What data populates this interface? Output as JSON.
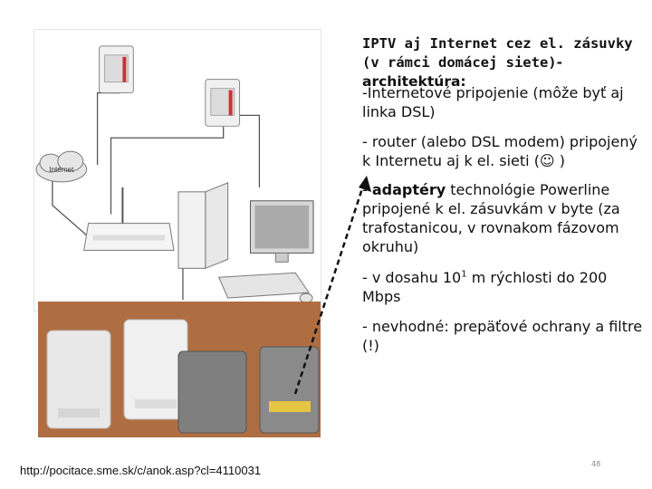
{
  "slide": {
    "title_bold": "IPTV aj Internet cez el. zásuvky (v rámci domácej siete)",
    "title_rest": "- architektúra:",
    "bullet1": "-Internetové pripojenie (môže byť aj linka DSL)",
    "bullet2": "- router (alebo DSL modem) pripojený k Internetu aj k el. sieti   (☺ )",
    "bullet3_prefix": "- ",
    "bullet3_bold": "adaptéry",
    "bullet3_rest": " technológie Powerline pripojené k el. zásuvkám v byte (za trafostanicou, v rovnakom fázovom okruhu)",
    "bullet4_pre": "- v dosahu 10",
    "bullet4_sup": "1",
    "bullet4_post": " m rýchlosti do 200 Mbps",
    "bullet5": "- nevhodné: prepäťové ochrany a filtre (!)",
    "source_url": "http://pocitace.sme.sk/c/anok.asp?cl=4110031",
    "page_number": "48"
  },
  "diagram": {
    "cloud_label": "Internet"
  }
}
